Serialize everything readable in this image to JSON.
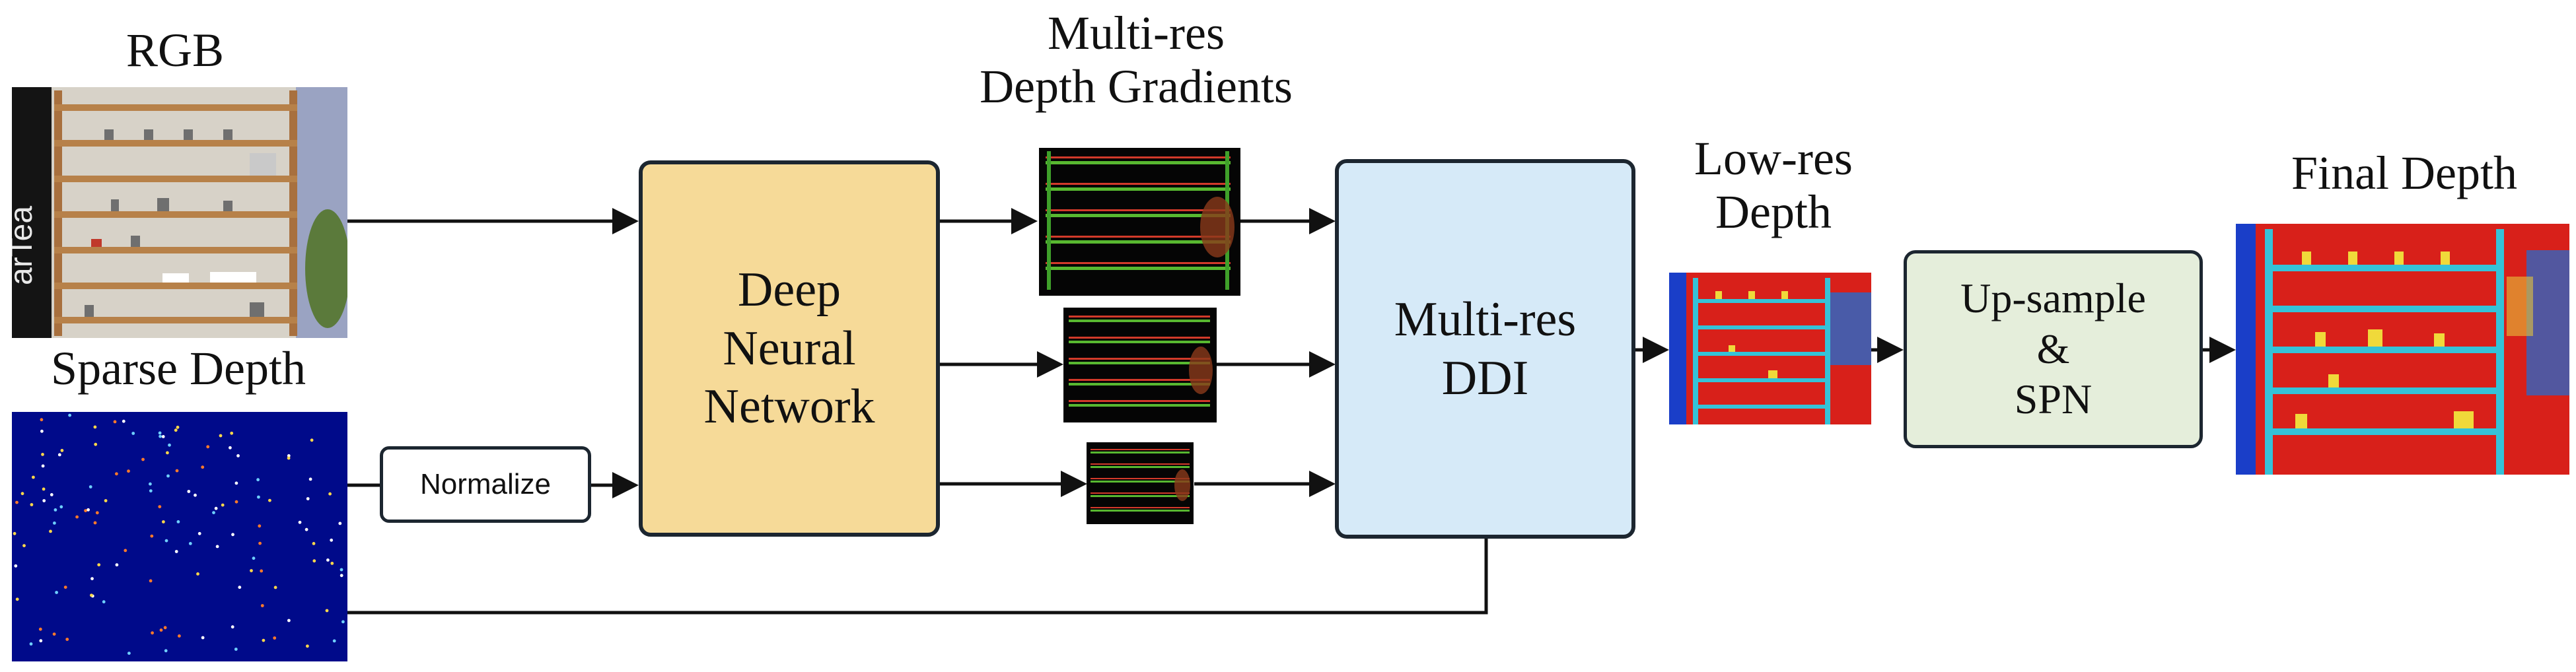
{
  "titles": {
    "rgb": "RGB",
    "sparse_depth": "Sparse Depth",
    "gradients_line1": "Multi-res",
    "gradients_line2": "Depth Gradients",
    "lowres_line1": "Low-res",
    "lowres_line2": "Depth",
    "final_depth": "Final Depth"
  },
  "blocks": {
    "normalize": "Normalize",
    "dnn_line1": "Deep",
    "dnn_line2": "Neural",
    "dnn_line3": "Network",
    "ddi_line1": "Multi-res",
    "ddi_line2": "DDI",
    "upsample_line1": "Up-sample",
    "upsample_line2": "&",
    "upsample_line3": "SPN"
  },
  "colors": {
    "dnn_fill": "#f6da98",
    "ddi_fill": "#d6eaf8",
    "upsample_fill": "#e5eedb",
    "normalize_fill": "#ffffff",
    "stroke": "#1c2630",
    "sparse_bg": "#000a8a"
  }
}
